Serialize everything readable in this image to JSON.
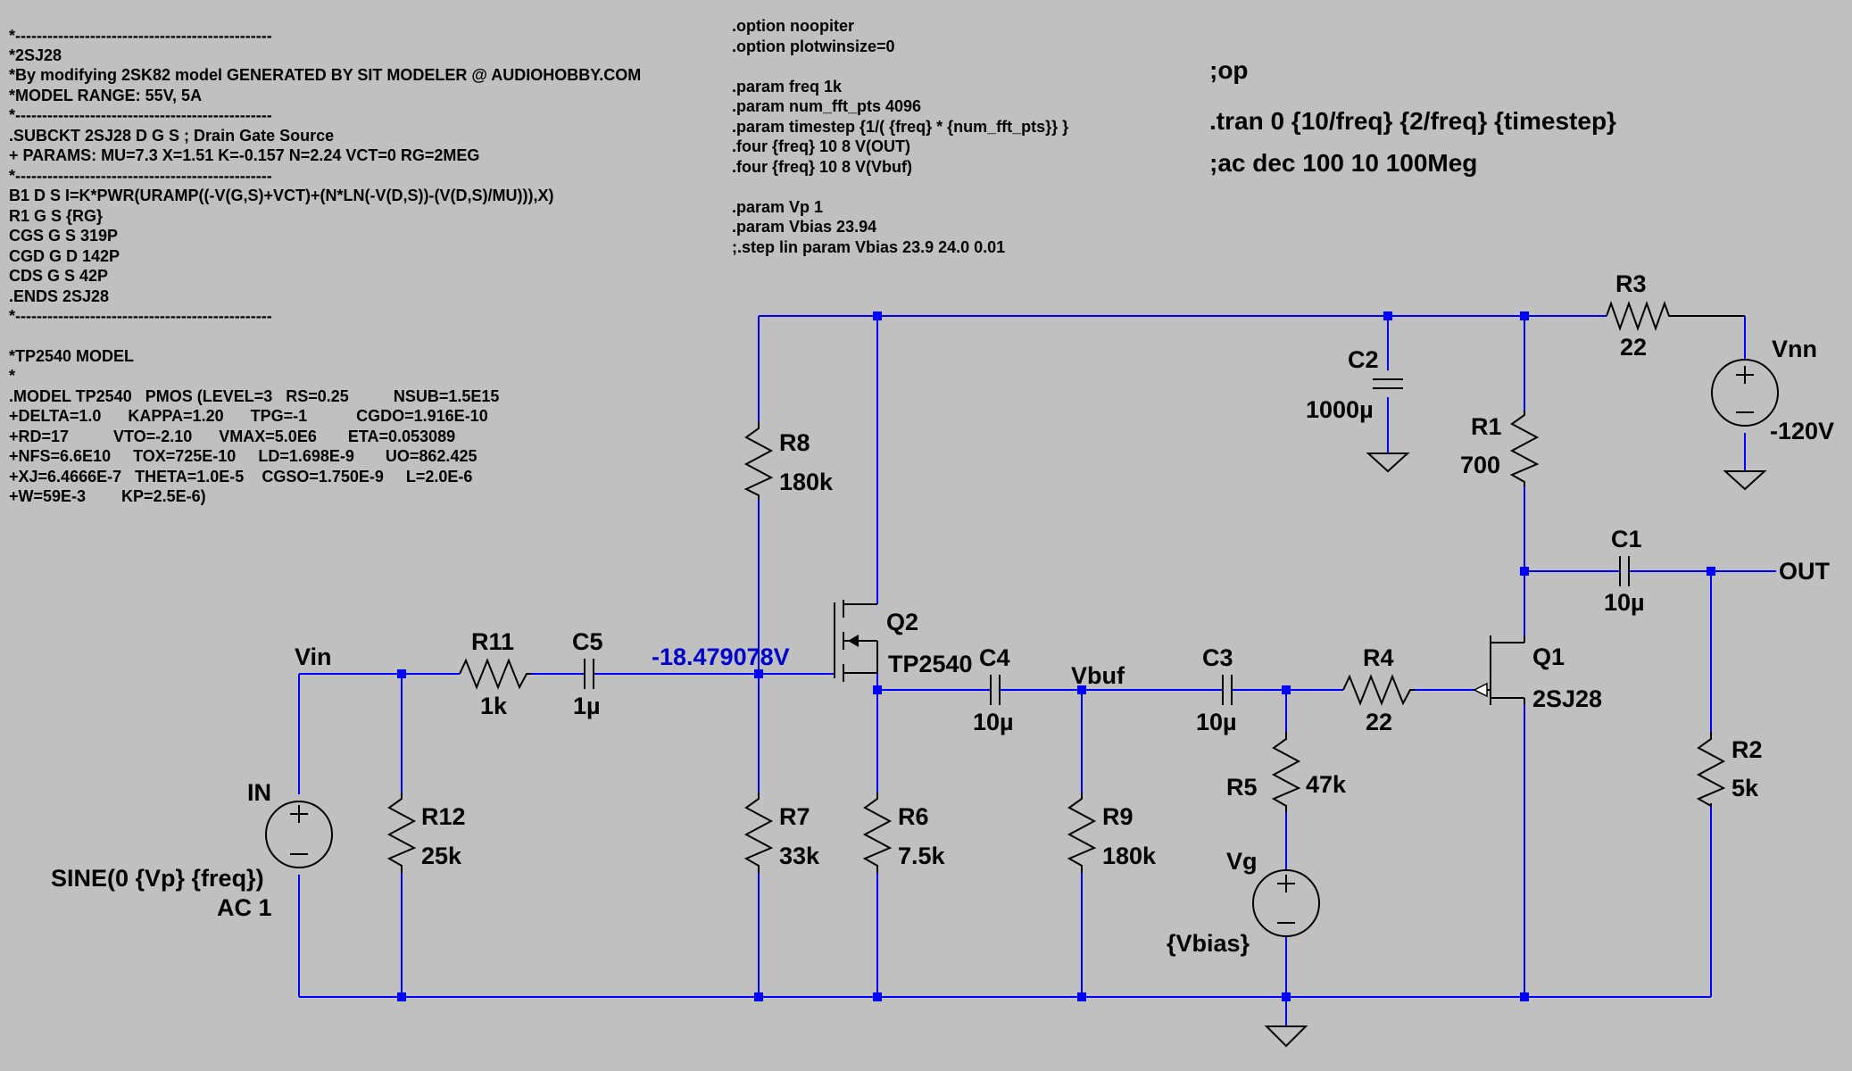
{
  "left_netlist": [
    "*------------------------------------------------",
    "*2SJ28",
    "*By modifying 2SK82 model GENERATED BY SIT MODELER @ AUDIOHOBBY.COM",
    "*MODEL RANGE: 55V, 5A",
    "*------------------------------------------------",
    ".SUBCKT 2SJ28 D G S ; Drain Gate Source",
    "+ PARAMS: MU=7.3 X=1.51 K=-0.157 N=2.24 VCT=0 RG=2MEG",
    "*------------------------------------------------",
    "B1 D S I=K*PWR(URAMP((-V(G,S)+VCT)+(N*LN(-V(D,S))-(V(D,S)/MU))),X)",
    "R1 G S {RG}",
    "CGS G S 319P",
    "CGD G D 142P",
    "CDS G S 42P",
    ".ENDS 2SJ28",
    "*------------------------------------------------",
    "",
    "*TP2540 MODEL",
    "*",
    ".MODEL TP2540   PMOS (LEVEL=3   RS=0.25          NSUB=1.5E15",
    "+DELTA=1.0      KAPPA=1.20      TPG=-1           CGDO=1.916E-10",
    "+RD=17          VTO=-2.10      VMAX=5.0E6       ETA=0.053089",
    "+NFS=6.6E10     TOX=725E-10     LD=1.698E-9       UO=862.425",
    "+XJ=6.4666E-7   THETA=1.0E-5    CGSO=1.750E-9     L=2.0E-6",
    "+W=59E-3        KP=2.5E-6)"
  ],
  "middle_directives": [
    ".option noopiter",
    ".option plotwinsize=0",
    "",
    ".param freq 1k",
    ".param num_fft_pts 4096",
    ".param timestep {1/( {freq} * {num_fft_pts}} }",
    ".four {freq} 10 8 V(OUT)",
    ".four {freq} 10 8 V(Vbuf)",
    "",
    ".param Vp 1",
    ".param Vbias 23.94",
    ";.step lin param Vbias 23.9 24.0 0.01"
  ],
  "right_directives": [
    ";op",
    ".tran 0 {10/freq} {2/freq} {timestep}",
    ";ac dec 100 10 100Meg"
  ],
  "components": {
    "R3": {
      "name": "R3",
      "value": "22"
    },
    "C2": {
      "name": "C2",
      "value": "1000µ"
    },
    "Vnn": {
      "name": "Vnn",
      "value": "-120V"
    },
    "R8": {
      "name": "R8",
      "value": "180k"
    },
    "R1": {
      "name": "R1",
      "value": "700"
    },
    "C1": {
      "name": "C1",
      "value": "10µ"
    },
    "Q2": {
      "name": "Q2",
      "value": "TP2540"
    },
    "Q1": {
      "name": "Q1",
      "value": "2SJ28"
    },
    "R11": {
      "name": "R11",
      "value": "1k"
    },
    "C5": {
      "name": "C5",
      "value": "1µ"
    },
    "C4": {
      "name": "C4",
      "value": "10µ"
    },
    "C3": {
      "name": "C3",
      "value": "10µ"
    },
    "R4": {
      "name": "R4",
      "value": "22"
    },
    "R2": {
      "name": "R2",
      "value": "5k"
    },
    "R5": {
      "name": "R5",
      "value": "47k"
    },
    "R12": {
      "name": "R12",
      "value": "25k"
    },
    "R7": {
      "name": "R7",
      "value": "33k"
    },
    "R6": {
      "name": "R6",
      "value": "7.5k"
    },
    "R9": {
      "name": "R9",
      "value": "180k"
    },
    "IN": {
      "name": "IN",
      "value": "SINE(0 {Vp} {freq})",
      "value2": "AC 1"
    },
    "Vg": {
      "name": "Vg",
      "value": "{Vbias}"
    }
  },
  "nets": {
    "vin": "Vin",
    "vbuf": "Vbuf",
    "out": "OUT"
  },
  "probe_voltage": "-18.479078V",
  "colors": {
    "background": "#c0c0c0",
    "wire": "#0000ff",
    "symbol": "#000000",
    "probe": "#0000cc"
  }
}
